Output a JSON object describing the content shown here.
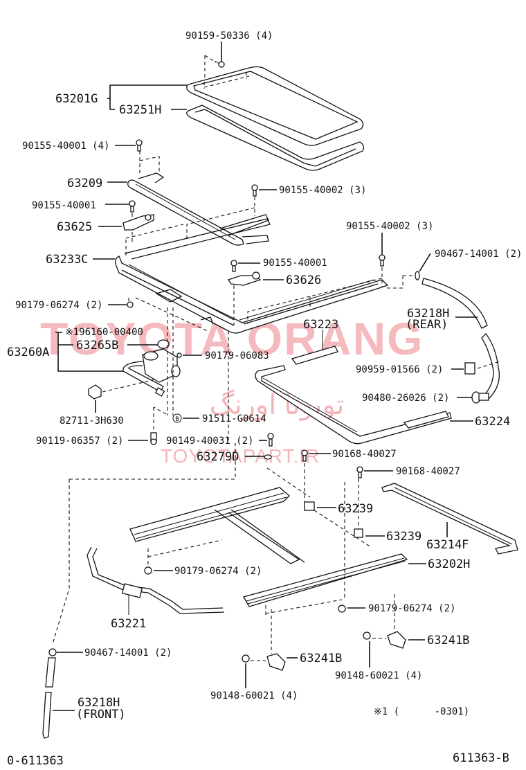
{
  "diagram": {
    "title_code": "611363-B",
    "figure_code": "0-611363",
    "footnote": "※1 (      -0301)",
    "watermarks": {
      "brand": "TOYOTA ORANG",
      "site": "TOYOTAPART.IR",
      "persian": "تویوتا اورنگ"
    },
    "colors": {
      "line": "#111111",
      "watermark": "#f2a3a8",
      "background": "#ffffff"
    },
    "labels": [
      {
        "id": "p90159-50336",
        "text": "90159-50336 (4)"
      },
      {
        "id": "p63201G",
        "text": "63201G"
      },
      {
        "id": "p63251H",
        "text": "63251H"
      },
      {
        "id": "p90155-40001-4",
        "text": "90155-40001 (4)"
      },
      {
        "id": "p63209",
        "text": "63209"
      },
      {
        "id": "p90155-40002-a",
        "text": "90155-40002 (3)"
      },
      {
        "id": "p90155-40001",
        "text": "90155-40001"
      },
      {
        "id": "p63625",
        "text": "63625"
      },
      {
        "id": "p90155-40002-b",
        "text": "90155-40002 (3)"
      },
      {
        "id": "p63233C",
        "text": "63233C"
      },
      {
        "id": "p90155-40001-b",
        "text": "90155-40001"
      },
      {
        "id": "p90467-14001-rear",
        "text": "90467-14001 (2)"
      },
      {
        "id": "p63626",
        "text": "63626"
      },
      {
        "id": "p90179-06274-a",
        "text": "90179-06274 (2)"
      },
      {
        "id": "p63218H-rear",
        "text": "63218H"
      },
      {
        "id": "p63218H-rear-sub",
        "text": "(REAR)"
      },
      {
        "id": "p196160-00400",
        "text": "※196160-00400"
      },
      {
        "id": "p63223",
        "text": "63223"
      },
      {
        "id": "p63265B",
        "text": "63265B"
      },
      {
        "id": "p63260A",
        "text": "63260A"
      },
      {
        "id": "p90179-06083",
        "text": "90179-06083"
      },
      {
        "id": "p90959-01566",
        "text": "90959-01566 (2)"
      },
      {
        "id": "p90480-26026",
        "text": "90480-26026 (2)"
      },
      {
        "id": "p82711-3H630",
        "text": "82711-3H630"
      },
      {
        "id": "p91511-G0614",
        "text": "91511-G0614"
      },
      {
        "id": "p63224",
        "text": "63224"
      },
      {
        "id": "p90119-06357",
        "text": "90119-06357 (2)"
      },
      {
        "id": "p90149-40031",
        "text": "90149-40031 (2)"
      },
      {
        "id": "p63279D",
        "text": "63279D"
      },
      {
        "id": "p90168-40027-a",
        "text": "90168-40027"
      },
      {
        "id": "p90168-40027-b",
        "text": "90168-40027"
      },
      {
        "id": "p63239-a",
        "text": "63239"
      },
      {
        "id": "p63239-b",
        "text": "63239"
      },
      {
        "id": "p63214F",
        "text": "63214F"
      },
      {
        "id": "p90179-06274-b",
        "text": "90179-06274 (2)"
      },
      {
        "id": "p63202H",
        "text": "63202H"
      },
      {
        "id": "p63221",
        "text": "63221"
      },
      {
        "id": "p90179-06274-c",
        "text": "90179-06274 (2)"
      },
      {
        "id": "p63241B-a",
        "text": "63241B"
      },
      {
        "id": "p90467-14001-front",
        "text": "90467-14001 (2)"
      },
      {
        "id": "p63241B-b",
        "text": "63241B"
      },
      {
        "id": "p90148-60021-a",
        "text": "90148-60021 (4)"
      },
      {
        "id": "p90148-60021-b",
        "text": "90148-60021 (4)"
      },
      {
        "id": "p63218H-front",
        "text": "63218H"
      },
      {
        "id": "p63218H-front-sub",
        "text": "(FRONT)"
      }
    ],
    "callout_B": "B"
  }
}
